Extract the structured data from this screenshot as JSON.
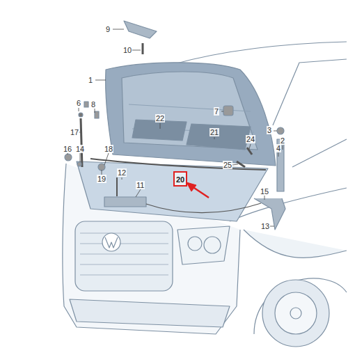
{
  "diagram": {
    "nodes": [
      {
        "text": [
          "20"
        ]
      }
    ],
    "labels": [
      "9",
      "10",
      "1",
      "6",
      "8",
      "7",
      "22",
      "21",
      "3",
      "2",
      "17",
      "24",
      "4",
      "16",
      "14",
      "18",
      "25",
      "12",
      "19",
      "11",
      "15",
      "13"
    ]
  }
}
